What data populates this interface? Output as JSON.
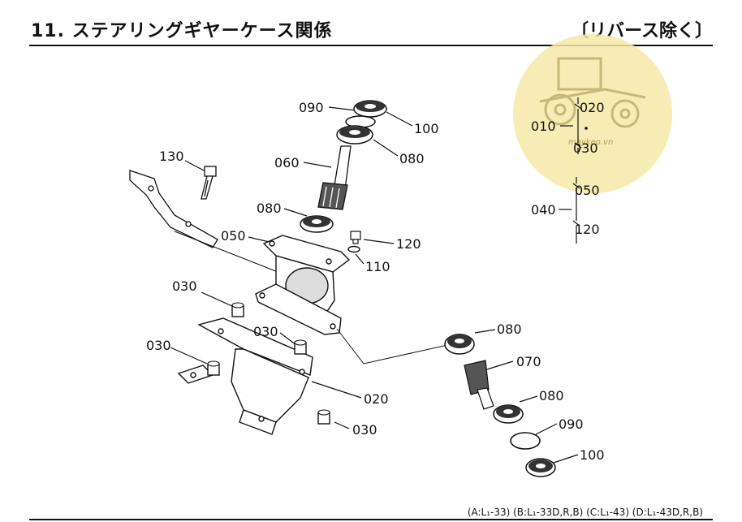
{
  "header": {
    "title": "11. ステアリングギヤーケース関係",
    "subtitle": "〔リバース除く〕"
  },
  "watermark": {
    "text": "maykeo.vn"
  },
  "callouts": {
    "c090a": "090",
    "c100a": "100",
    "c080a": "080",
    "c060": "060",
    "c130": "130",
    "c080b": "080",
    "c120": "120",
    "c050": "050",
    "c110": "110",
    "c030a": "030",
    "c030b": "030",
    "c030c": "030",
    "c020": "020",
    "c030d": "030",
    "c080c": "080",
    "c070": "070",
    "c080d": "080",
    "c090b": "090",
    "c100b": "100"
  },
  "legend_group1": {
    "p010": "010",
    "p020": "020",
    "p030": "030"
  },
  "legend_group2": {
    "p040": "040",
    "p050": "050",
    "p120": "120"
  },
  "footer": {
    "models": "(A:L₁-33) (B:L₁-33D,R,B) (C:L₁-43) (D:L₁-43D,R,B)"
  },
  "colors": {
    "watermark_bg": "#f6e9a6",
    "line": "#111111"
  }
}
